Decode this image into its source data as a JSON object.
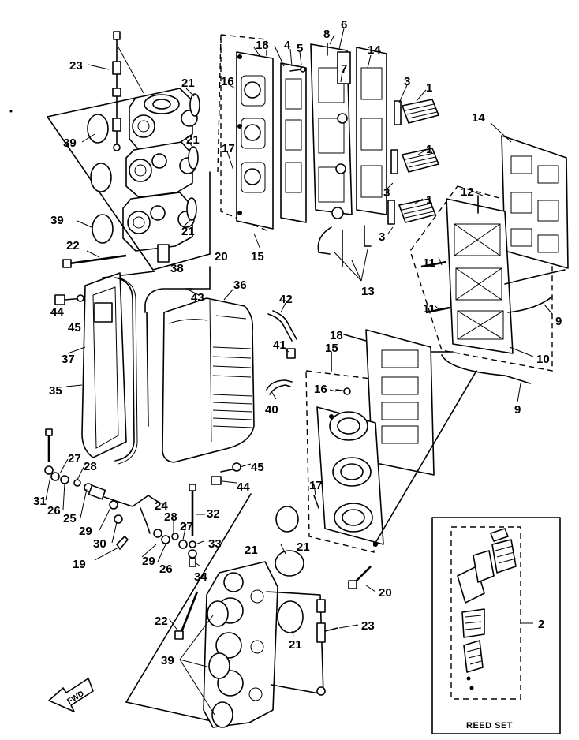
{
  "callouts": [
    {
      "id": "c23a",
      "text": "23"
    },
    {
      "id": "c21a",
      "text": "21"
    },
    {
      "id": "c39a",
      "text": "39"
    },
    {
      "id": "c21b",
      "text": "21"
    },
    {
      "id": "c39b",
      "text": "39"
    },
    {
      "id": "c21c",
      "text": "21"
    },
    {
      "id": "c22a",
      "text": "22"
    },
    {
      "id": "c20a",
      "text": "20"
    },
    {
      "id": "c38",
      "text": "38"
    },
    {
      "id": "c16a",
      "text": "16"
    },
    {
      "id": "c17a",
      "text": "17"
    },
    {
      "id": "c18a",
      "text": "18"
    },
    {
      "id": "c15a",
      "text": "15"
    },
    {
      "id": "c4",
      "text": "4"
    },
    {
      "id": "c5",
      "text": "5"
    },
    {
      "id": "c8",
      "text": "8"
    },
    {
      "id": "c6",
      "text": "6"
    },
    {
      "id": "c7",
      "text": "7"
    },
    {
      "id": "c14a",
      "text": "14"
    },
    {
      "id": "c3a",
      "text": "3"
    },
    {
      "id": "c1a",
      "text": "1"
    },
    {
      "id": "c1b",
      "text": "1"
    },
    {
      "id": "c3b",
      "text": "3"
    },
    {
      "id": "c1c",
      "text": "1"
    },
    {
      "id": "c3c",
      "text": "3"
    },
    {
      "id": "c13",
      "text": "13"
    },
    {
      "id": "c14b",
      "text": "14"
    },
    {
      "id": "c12",
      "text": "12"
    },
    {
      "id": "c11a",
      "text": "11"
    },
    {
      "id": "c11b",
      "text": "11"
    },
    {
      "id": "c9a",
      "text": "9"
    },
    {
      "id": "c10",
      "text": "10"
    },
    {
      "id": "c9b",
      "text": "9"
    },
    {
      "id": "c44a",
      "text": "44"
    },
    {
      "id": "c45a",
      "text": "45"
    },
    {
      "id": "c37",
      "text": "37"
    },
    {
      "id": "c35",
      "text": "35"
    },
    {
      "id": "c43",
      "text": "43"
    },
    {
      "id": "c36",
      "text": "36"
    },
    {
      "id": "c42",
      "text": "42"
    },
    {
      "id": "c41",
      "text": "41"
    },
    {
      "id": "c40",
      "text": "40"
    },
    {
      "id": "c45b",
      "text": "45"
    },
    {
      "id": "c44b",
      "text": "44"
    },
    {
      "id": "c18b",
      "text": "18"
    },
    {
      "id": "c15b",
      "text": "15"
    },
    {
      "id": "c16b",
      "text": "16"
    },
    {
      "id": "c17b",
      "text": "17"
    },
    {
      "id": "c27a",
      "text": "27"
    },
    {
      "id": "c28a",
      "text": "28"
    },
    {
      "id": "c31",
      "text": "31"
    },
    {
      "id": "c26a",
      "text": "26"
    },
    {
      "id": "c25",
      "text": "25"
    },
    {
      "id": "c24",
      "text": "24"
    },
    {
      "id": "c29a",
      "text": "29"
    },
    {
      "id": "c30",
      "text": "30"
    },
    {
      "id": "c28b",
      "text": "28"
    },
    {
      "id": "c27b",
      "text": "27"
    },
    {
      "id": "c32",
      "text": "32"
    },
    {
      "id": "c19",
      "text": "19"
    },
    {
      "id": "c29b",
      "text": "29"
    },
    {
      "id": "c26b",
      "text": "26"
    },
    {
      "id": "c33",
      "text": "33"
    },
    {
      "id": "c34",
      "text": "34"
    },
    {
      "id": "c21d",
      "text": "21"
    },
    {
      "id": "c21e",
      "text": "21"
    },
    {
      "id": "c22b",
      "text": "22"
    },
    {
      "id": "c21f",
      "text": "21"
    },
    {
      "id": "c23b",
      "text": "23"
    },
    {
      "id": "c39c",
      "text": "39"
    },
    {
      "id": "c20b",
      "text": "20"
    },
    {
      "id": "c2",
      "text": "2"
    }
  ],
  "reed_set_label": "REED SET",
  "fwd_label": "FWD"
}
